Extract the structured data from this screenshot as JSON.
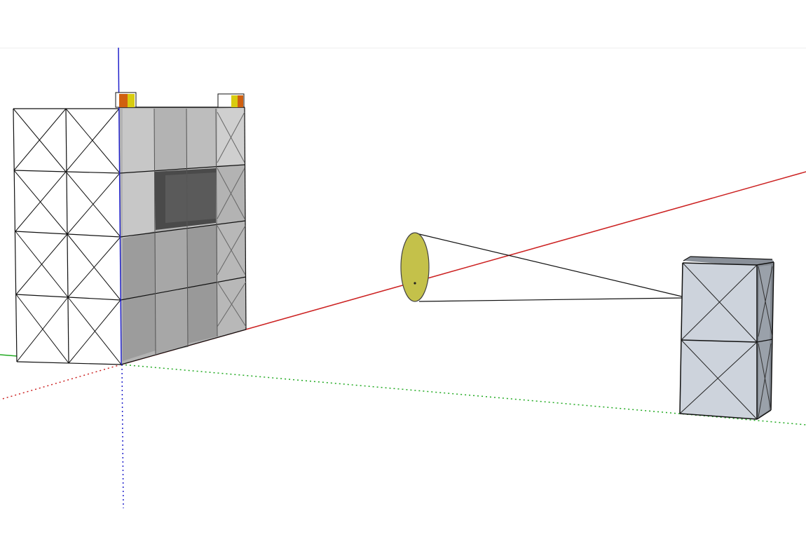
{
  "app": {
    "window": "modeling-viewport"
  },
  "colors": {
    "background": "#ffffff",
    "axis_red": "#cc2222",
    "axis_green": "#22aa22",
    "axis_blue": "#2222cc",
    "edge": "#111111",
    "face_light": "#d8dce2",
    "face_mid": "#aaaaaa",
    "face_dark": "#8e8e8e",
    "window_dark": "#4a4a4a",
    "lens_yellow": "#c4c14a",
    "marker_orange": "#d06010",
    "marker_yellow": "#d8cc10",
    "target_face": "#cdd3dc"
  },
  "scene": {
    "objects": [
      {
        "name": "scaffold-tower",
        "visible": true
      },
      {
        "name": "lens-disc",
        "visible": true
      },
      {
        "name": "target-box",
        "visible": true
      }
    ],
    "axes": [
      {
        "name": "red-axis",
        "visible": true
      },
      {
        "name": "green-axis",
        "visible": true
      },
      {
        "name": "blue-axis",
        "visible": true
      }
    ]
  }
}
